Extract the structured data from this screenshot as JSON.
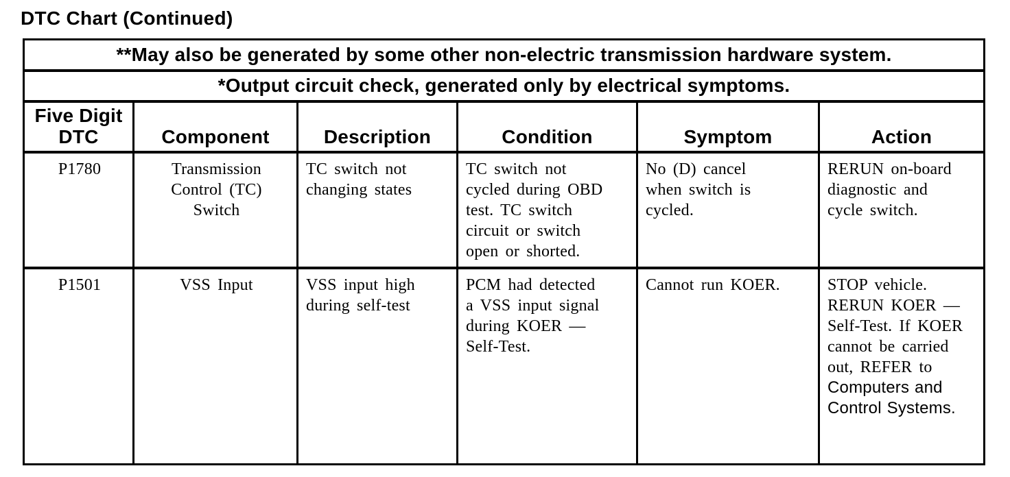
{
  "page_title": "DTC Chart (Continued)",
  "colors": {
    "ink": "#000000",
    "paper": "#ffffff"
  },
  "table": {
    "notes": [
      "**May also be generated by some other non-electric transmission hardware system.",
      "*Output circuit check, generated only by electrical symptoms."
    ],
    "columns": [
      "Five Digit\nDTC",
      "Component",
      "Description",
      "Condition",
      "Symptom",
      "Action"
    ],
    "rows": [
      {
        "dtc": "P1780",
        "component": "Transmission\nControl (TC)\nSwitch",
        "description": "TC switch not\nchanging states",
        "condition": "TC switch not\ncycled during OBD\ntest. TC switch\ncircuit or switch\nopen or shorted.",
        "symptom": "No (D) cancel\nwhen switch is\ncycled.",
        "action": "RERUN on-board\ndiagnostic and\ncycle switch.",
        "action_ref": ""
      },
      {
        "dtc": "P1501",
        "component": "VSS Input",
        "description": "VSS input high\nduring self-test",
        "condition": "PCM had detected\na VSS input signal\nduring KOER —\nSelf-Test.",
        "symptom": "Cannot run KOER.",
        "action": "STOP vehicle.\nRERUN KOER —\nSelf-Test. If KOER\ncannot be carried\nout, REFER to",
        "action_ref": "Computers and\nControl Systems."
      }
    ]
  }
}
